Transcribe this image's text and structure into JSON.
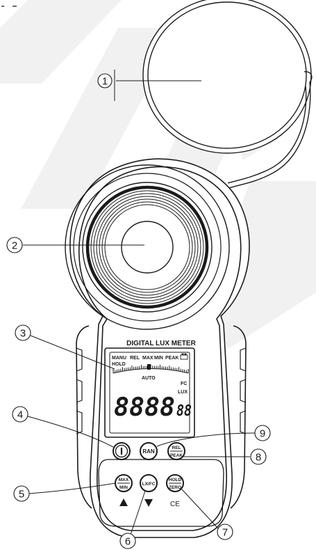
{
  "callouts": [
    {
      "num": "1",
      "part": "protective-cap"
    },
    {
      "num": "2",
      "part": "light-sensor"
    },
    {
      "num": "3",
      "part": "lcd-display"
    },
    {
      "num": "4",
      "part": "power-button"
    },
    {
      "num": "5",
      "part": "max-min-button"
    },
    {
      "num": "6",
      "part": "lx-fc-button"
    },
    {
      "num": "7",
      "part": "hold-zero-button"
    },
    {
      "num": "8",
      "part": "rel-peak-button"
    },
    {
      "num": "9",
      "part": "range-button"
    }
  ],
  "device": {
    "title": "DIGITAL LUX METER",
    "lcd": {
      "indicators": [
        "MANU",
        "REL",
        "MAX",
        "MIN",
        "PEAK"
      ],
      "hold": "HOLD",
      "auto": "AUTO",
      "unit_fc": "FC",
      "unit_lux": "LUX",
      "main_digits": "8888",
      "small_digits": "88"
    },
    "buttons": {
      "ran": "RAN",
      "rel_top": "REL",
      "rel_bottom": "PEAK",
      "max_top": "MAX",
      "max_bottom": "MIN",
      "lxfc": "LX/FC",
      "hold_top": "HOLD",
      "hold_bottom": "ZERO"
    },
    "ce_mark": "CE"
  },
  "colors": {
    "line": "#1a1a1a",
    "watermark": "#dcdcdc"
  }
}
